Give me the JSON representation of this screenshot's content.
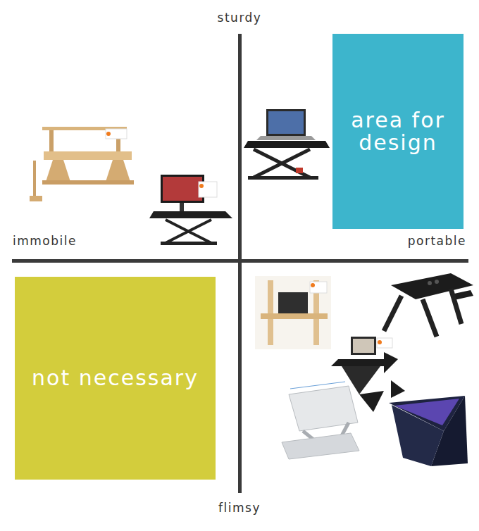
{
  "diagram": {
    "nodes": [
      {
        "text": [
          "area for design"
        ]
      },
      {
        "text": [
          "not necessary"
        ]
      }
    ],
    "labels": [
      "sturdy",
      "immobile",
      "portable",
      "flimsy"
    ]
  }
}
